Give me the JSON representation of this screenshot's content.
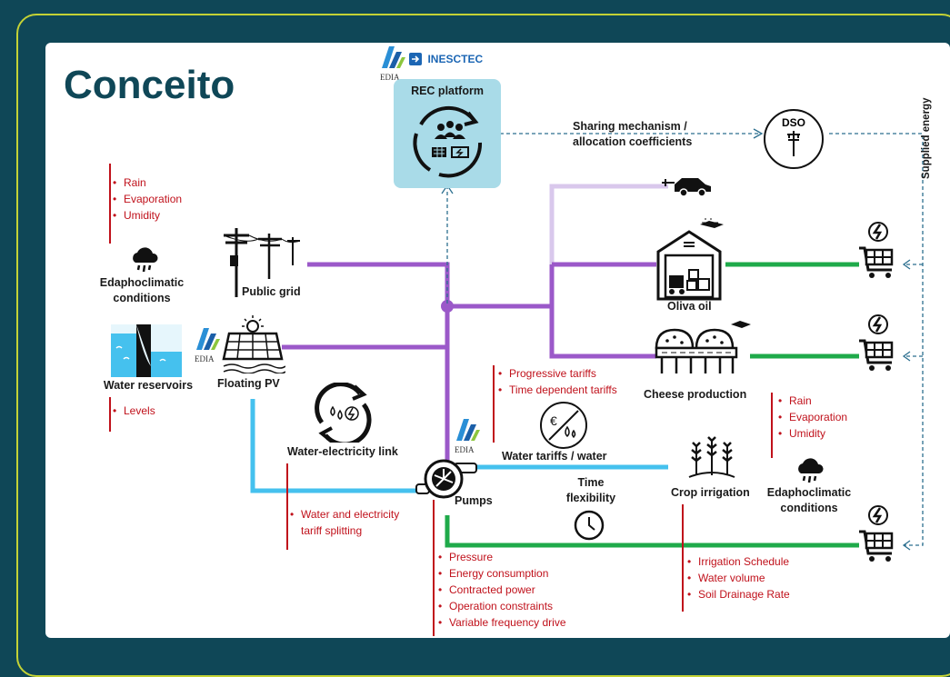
{
  "slide": {
    "title": "Conceito"
  },
  "logos": {
    "edia": "EDIA",
    "inesctec": "INESCTEC"
  },
  "rec_platform": {
    "label": "REC platform"
  },
  "sharing": {
    "line1": "Sharing mechanism /",
    "line2": "allocation coefficients"
  },
  "dso": {
    "label": "DSO"
  },
  "supplied_energy": {
    "label": "Supplied energy"
  },
  "climate_left": {
    "items": [
      "Rain",
      "Evaporation",
      "Umidity"
    ],
    "label_line1": "Edaphoclimatic",
    "label_line2": "conditions"
  },
  "public_grid": {
    "label": "Public grid"
  },
  "water_reservoirs": {
    "label": "Water reservoirs",
    "items": [
      "Levels"
    ]
  },
  "floating_pv": {
    "label": "Floating PV"
  },
  "water_electricity_link": {
    "label": "Water-electricity link"
  },
  "tariff_splitting": {
    "items": [
      "Water and electricity",
      "tariff splitting"
    ]
  },
  "pumps": {
    "label": "Pumps",
    "items": [
      "Pressure",
      "Energy consumption",
      "Contracted power",
      "Operation constraints",
      "Variable frequency drive"
    ]
  },
  "tariffs": {
    "items": [
      "Progressive tariffs",
      "Time dependent tariffs"
    ]
  },
  "water_tariffs": {
    "label": "Water tariffs / water"
  },
  "time_flexibility": {
    "line1": "Time",
    "line2": "flexibility"
  },
  "olive_oil": {
    "label": "Oliva oil"
  },
  "cheese": {
    "label": "Cheese production"
  },
  "climate_right": {
    "items": [
      "Rain",
      "Evaporation",
      "Umidity"
    ],
    "label_line1": "Edaphoclimatic",
    "label_line2": "conditions"
  },
  "crop_irrigation": {
    "label": "Crop irrigation",
    "items": [
      "Irrigation Schedule",
      "Water volume",
      "Soil Drainage Rate"
    ]
  },
  "colors": {
    "title": "#0f4757",
    "purple": "#9b59c9",
    "lavender": "#d9c8ec",
    "green": "#1faa4a",
    "blue": "#45c1ee",
    "red": "#c0111b",
    "rec_box": "#a9dbe8"
  }
}
